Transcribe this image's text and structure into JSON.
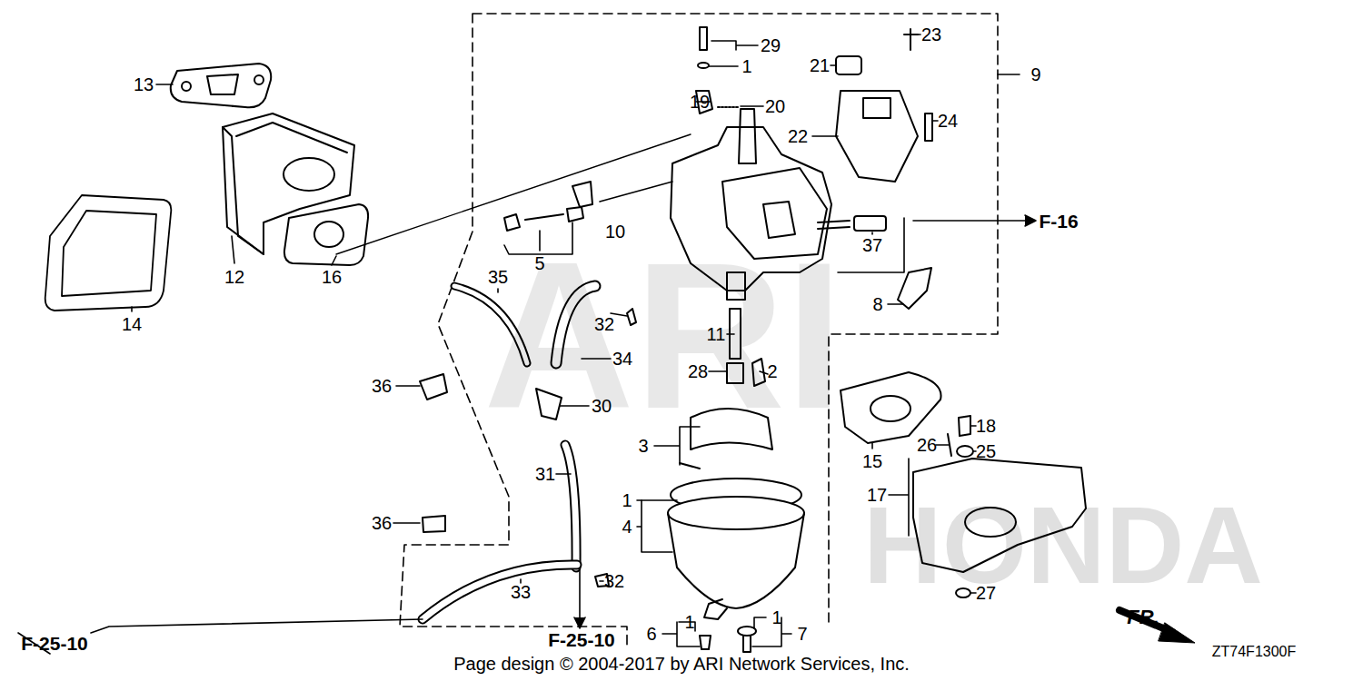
{
  "diagram": {
    "labels": [
      "29",
      "1",
      "23",
      "21",
      "9",
      "13",
      "19",
      "20",
      "22",
      "24",
      "10",
      "5",
      "37",
      "F-16",
      "12",
      "16",
      "35",
      "32",
      "8",
      "14",
      "11",
      "34",
      "28",
      "2",
      "36",
      "30",
      "3",
      "18",
      "25",
      "26",
      "15",
      "31",
      "17",
      "1",
      "4",
      "36",
      "33",
      "32",
      "27",
      "F-25-10",
      "1",
      "6",
      "1",
      "7",
      "F-25-10",
      "Page design © 2004-2017 by ARI Network Services, Inc.",
      "FR.",
      "ZT74F1300F",
      "ARI",
      "HONDA"
    ]
  }
}
